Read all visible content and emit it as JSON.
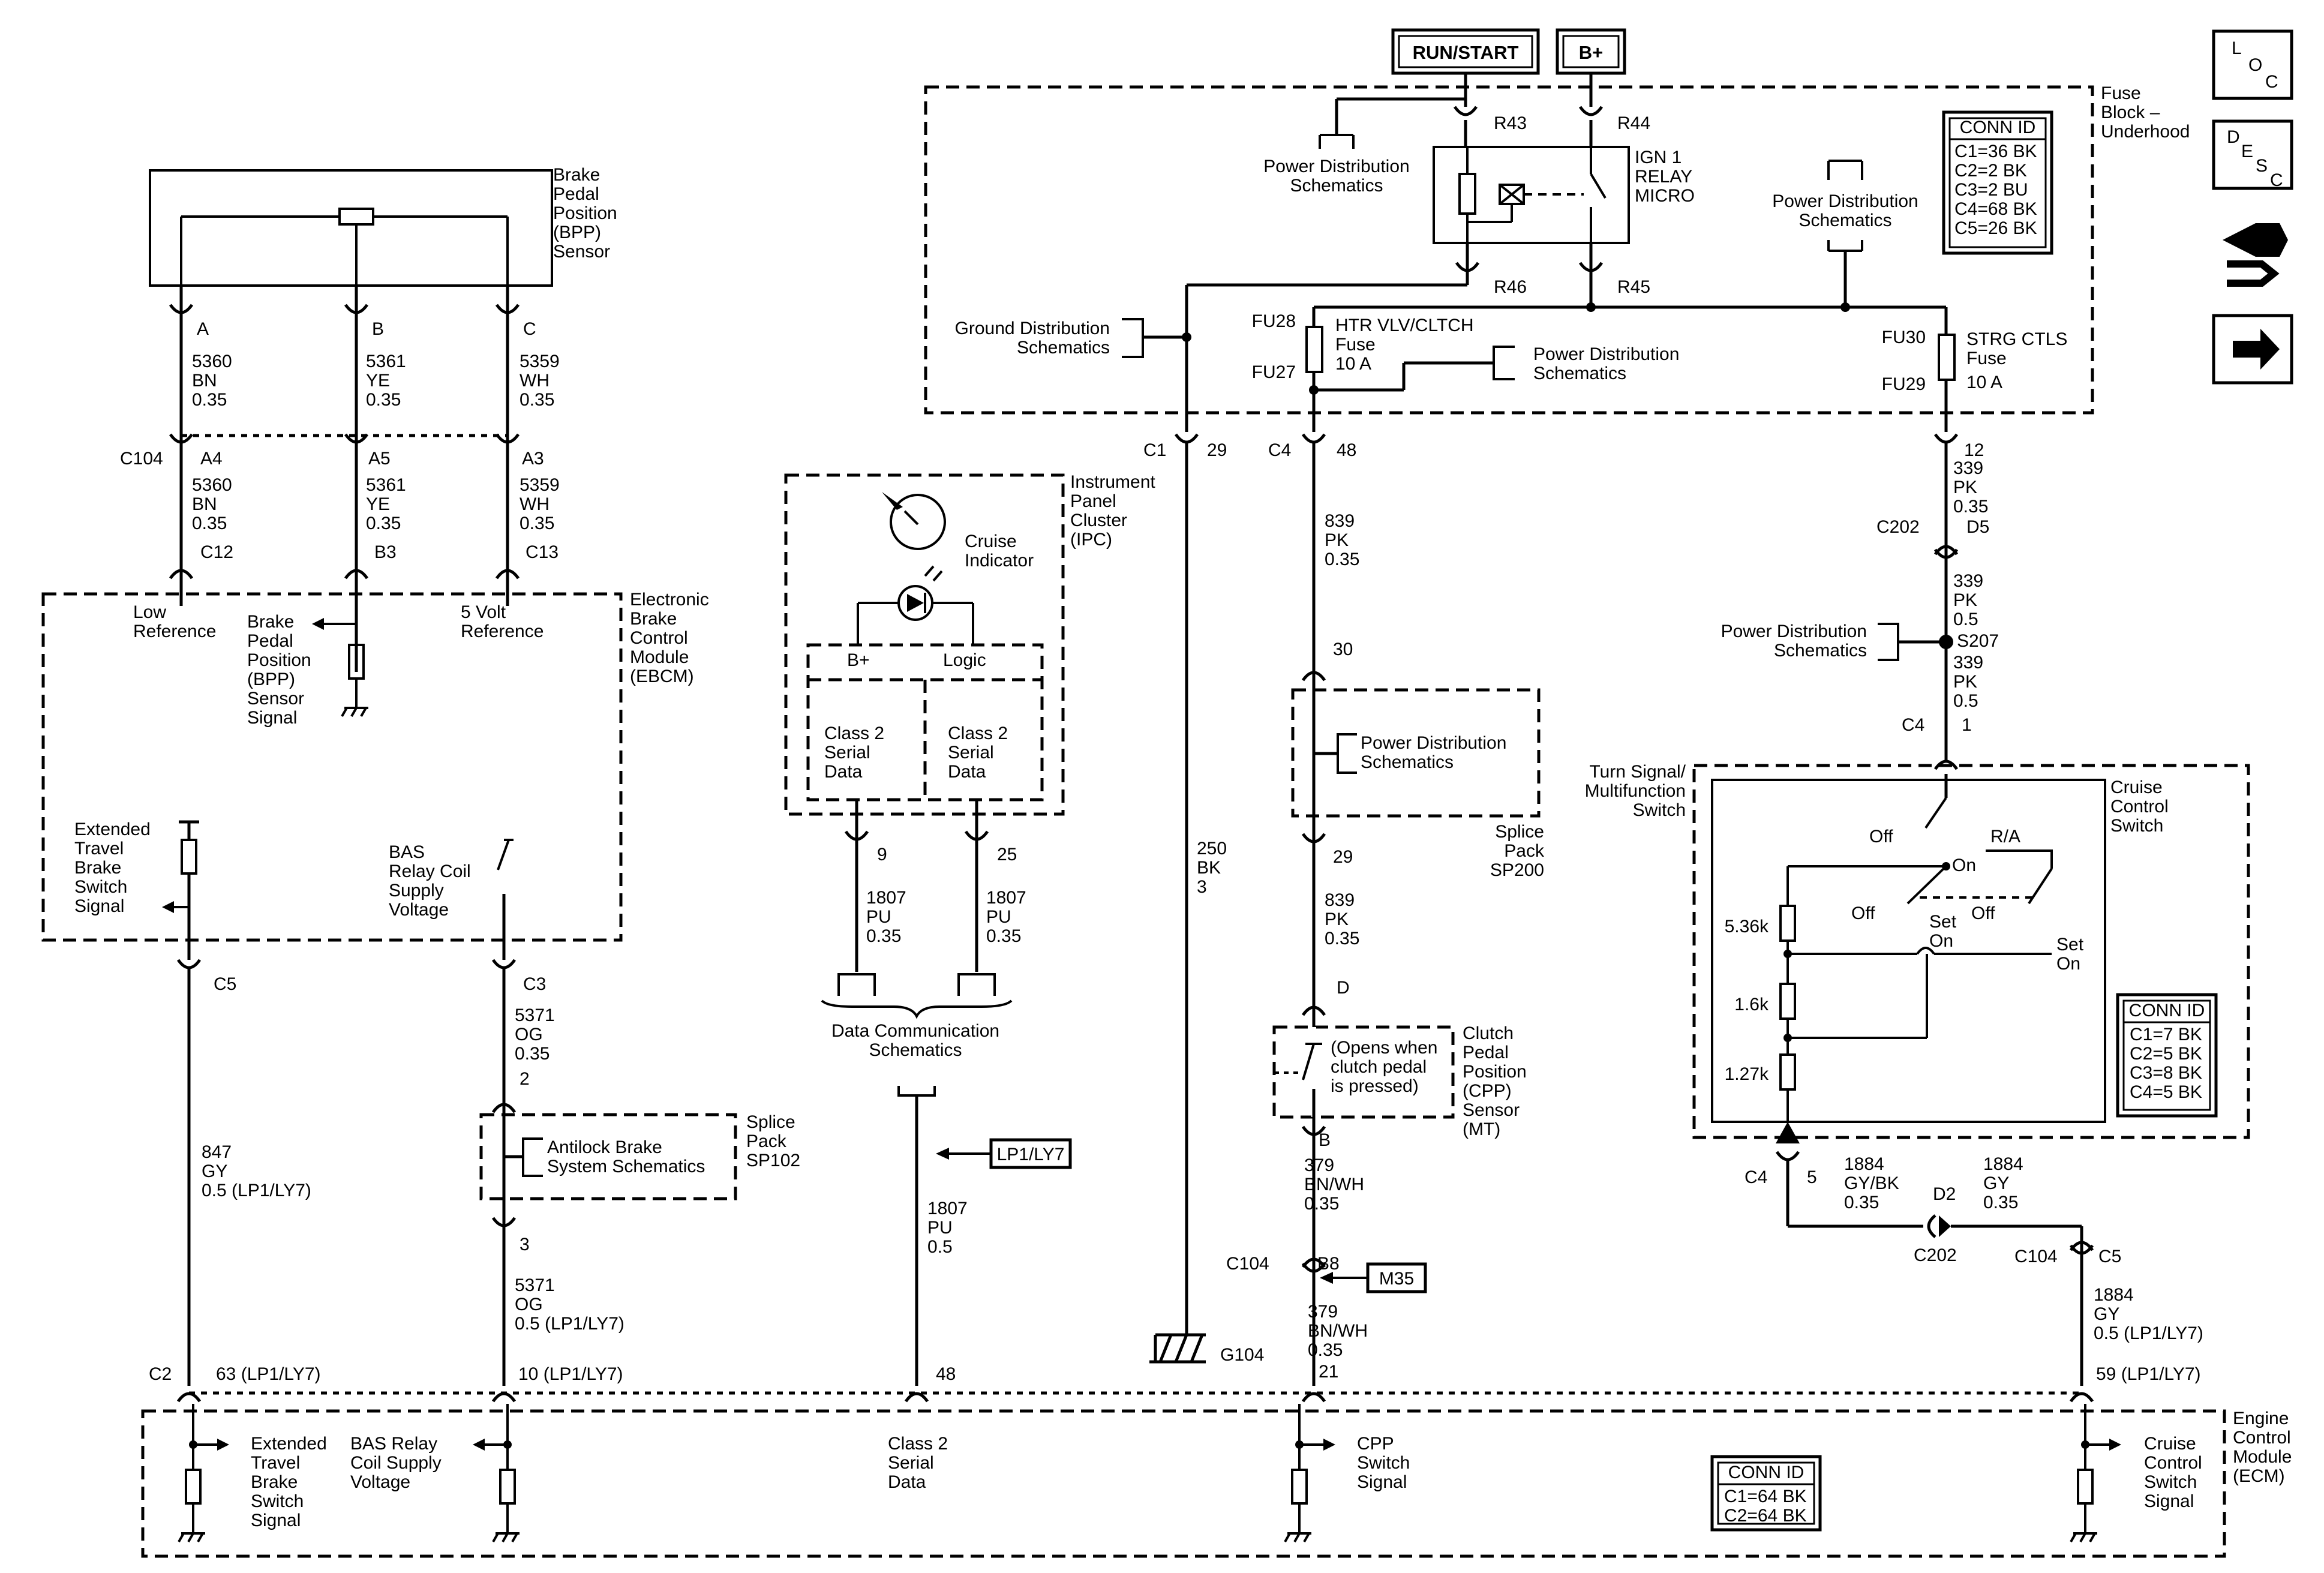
{
  "headers": {
    "run_start": "RUN/START",
    "bplus": "B+"
  },
  "nav_icons": {
    "loc": [
      "L",
      "O",
      "C"
    ],
    "desc": [
      "D",
      "E",
      "S",
      "C"
    ]
  },
  "fuse_block": {
    "title": [
      "Fuse",
      "Block –",
      "Underhood"
    ],
    "conn_title": "CONN ID",
    "conn": [
      "C1=36 BK",
      "C2=2 BK",
      "C3=2 BU",
      "C4=68 BK",
      "C5=26 BK"
    ],
    "r43": "R43",
    "r44": "R44",
    "r45": "R45",
    "r46": "R46",
    "relay": [
      "IGN 1",
      "RELAY",
      "MICRO"
    ],
    "pwr_left": [
      "Power Distribution",
      "Schematics"
    ],
    "pwr_right": [
      "Power Distribution",
      "Schematics"
    ],
    "pwr_fu27": [
      "Power Distribution",
      "Schematics"
    ],
    "ground": [
      "Ground Distribution",
      "Schematics"
    ],
    "fu28": "FU28",
    "fu27": "FU27",
    "fu30": "FU30",
    "fu29": "FU29",
    "fuse_htr": [
      "HTR VLV/CLTCH",
      "Fuse",
      "10 A"
    ],
    "fuse_strg": [
      "STRG CTLS",
      "Fuse",
      "10 A"
    ]
  },
  "bpp": {
    "title": [
      "Brake",
      "Pedal",
      "Position",
      "(BPP)",
      "Sensor"
    ],
    "pins": [
      "A",
      "B",
      "C"
    ],
    "wires_top": [
      [
        "5360",
        "BN",
        "0.35"
      ],
      [
        "5361",
        "YE",
        "0.35"
      ],
      [
        "5359",
        "WH",
        "0.35"
      ]
    ],
    "c104": "C104",
    "pins_mid": [
      "A4",
      "A5",
      "A3"
    ],
    "wires_mid": [
      [
        "5360",
        "BN",
        "0.35"
      ],
      [
        "5361",
        "YE",
        "0.35"
      ],
      [
        "5359",
        "WH",
        "0.35"
      ]
    ],
    "ebcm_pins": [
      "C12",
      "B3",
      "C13"
    ]
  },
  "ebcm": {
    "title": [
      "Electronic",
      "Brake",
      "Control",
      "Module",
      "(EBCM)"
    ],
    "low_ref": [
      "Low",
      "Reference"
    ],
    "bpp_signal": [
      "Brake",
      "Pedal",
      "Position",
      "(BPP)",
      "Sensor",
      "Signal"
    ],
    "five_volt": [
      "5 Volt",
      "Reference"
    ],
    "ext_travel": [
      "Extended",
      "Travel",
      "Brake",
      "Switch",
      "Signal"
    ],
    "bas_relay": [
      "BAS",
      "Relay Coil",
      "Supply",
      "Voltage"
    ],
    "c5": "C5",
    "c3": "C3"
  },
  "left_wires": {
    "w847": [
      "847",
      "GY",
      "0.5 (LP1/LY7)"
    ],
    "w5371a": [
      "5371",
      "OG",
      "0.35"
    ],
    "pin2": "2",
    "sp102_title": [
      "Splice",
      "Pack",
      "SP102"
    ],
    "sp102_label": [
      "Antilock Brake",
      "System Schematics"
    ],
    "pin3": "3",
    "w5371b": [
      "5371",
      "OG",
      "0.5 (LP1/LY7)"
    ]
  },
  "ipc": {
    "title": [
      "Instrument",
      "Panel",
      "Cluster",
      "(IPC)"
    ],
    "cruise": [
      "Cruise",
      "Indicator"
    ],
    "bplus": "B+",
    "logic": "Logic",
    "class2_a": [
      "Class 2",
      "Serial",
      "Data"
    ],
    "class2_b": [
      "Class 2",
      "Serial",
      "Data"
    ],
    "pin9": "9",
    "pin25": "25",
    "w1807a": [
      "1807",
      "PU",
      "0.35"
    ],
    "w1807b": [
      "1807",
      "PU",
      "0.35"
    ],
    "data_comm": [
      "Data Communication",
      "Schematics"
    ],
    "lp1": "LP1/LY7",
    "w1807c": [
      "1807",
      "PU",
      "0.5"
    ]
  },
  "ground_wire": {
    "c1": "C1",
    "pin29": "29",
    "w250": [
      "250",
      "BK",
      "3"
    ],
    "g104": "G104"
  },
  "cpp": {
    "c4": "C4",
    "pin48": "48",
    "w839a": [
      "839",
      "PK",
      "0.35"
    ],
    "pin30": "30",
    "sp200_label": [
      "Power Distribution",
      "Schematics"
    ],
    "sp200_title": [
      "Splice",
      "Pack",
      "SP200"
    ],
    "pin29": "29",
    "w839b": [
      "839",
      "PK",
      "0.35"
    ],
    "pinD": "D",
    "opens": [
      "(Opens when",
      "clutch pedal",
      "is pressed)"
    ],
    "title": [
      "Clutch",
      "Pedal",
      "Position",
      "(CPP)",
      "Sensor",
      "(MT)"
    ],
    "pinB": "B",
    "w379a": [
      "379",
      "BN/WH",
      "0.35"
    ],
    "c104": "C104",
    "b8": "B8",
    "m35": "M35",
    "w379b": [
      "379",
      "BN/WH",
      "0.35"
    ],
    "pin21": "21"
  },
  "turn_signal": {
    "pin12": "12",
    "w339a": [
      "339",
      "PK",
      "0.35"
    ],
    "c202": "C202",
    "d5": "D5",
    "w339b": [
      "339",
      "PK",
      "0.5"
    ],
    "pwr": [
      "Power Distribution",
      "Schematics"
    ],
    "s207": "S207",
    "w339c": [
      "339",
      "PK",
      "0.5"
    ],
    "c4": "C4",
    "pin1": "1",
    "title": [
      "Turn Signal/",
      "Multifunction",
      "Switch"
    ],
    "cruise_title": [
      "Cruise",
      "Control",
      "Switch"
    ],
    "off1": "Off",
    "on1": "On",
    "ra": "R/A",
    "off2": "Off",
    "off3": "Off",
    "set1": "Set",
    "on2": "On",
    "set2": "Set",
    "on3": "On",
    "r1": "5.36k",
    "r2": "1.6k",
    "r3": "1.27k",
    "conn_title": "CONN ID",
    "conn": [
      "C1=7 BK",
      "C2=5 BK",
      "C3=8 BK",
      "C4=5 BK"
    ],
    "c4b": "C4",
    "pin5": "5",
    "w1884a": [
      "1884",
      "GY/BK",
      "0.35"
    ],
    "d2": "D2",
    "c202b": "C202",
    "w1884b": [
      "1884",
      "GY",
      "0.35"
    ],
    "c104": "C104",
    "c5": "C5",
    "w1884c": [
      "1884",
      "GY",
      "0.5 (LP1/LY7)"
    ]
  },
  "ecm": {
    "title": [
      "Engine",
      "Control",
      "Module",
      "(ECM)"
    ],
    "c2": "C2",
    "p63": "63 (LP1/LY7)",
    "p10": "10 (LP1/LY7)",
    "p48": "48",
    "p59": "59 (LP1/LY7)",
    "ext_travel": [
      "Extended",
      "Travel",
      "Brake",
      "Switch",
      "Signal"
    ],
    "bas_relay": [
      "BAS Relay",
      "Coil Supply",
      "Voltage"
    ],
    "class2": [
      "Class 2",
      "Serial",
      "Data"
    ],
    "cpp_signal": [
      "CPP",
      "Switch",
      "Signal"
    ],
    "cruise_signal": [
      "Cruise",
      "Control",
      "Switch",
      "Signal"
    ],
    "conn_title": "CONN ID",
    "conn": [
      "C1=64 BK",
      "C2=64 BK"
    ]
  }
}
